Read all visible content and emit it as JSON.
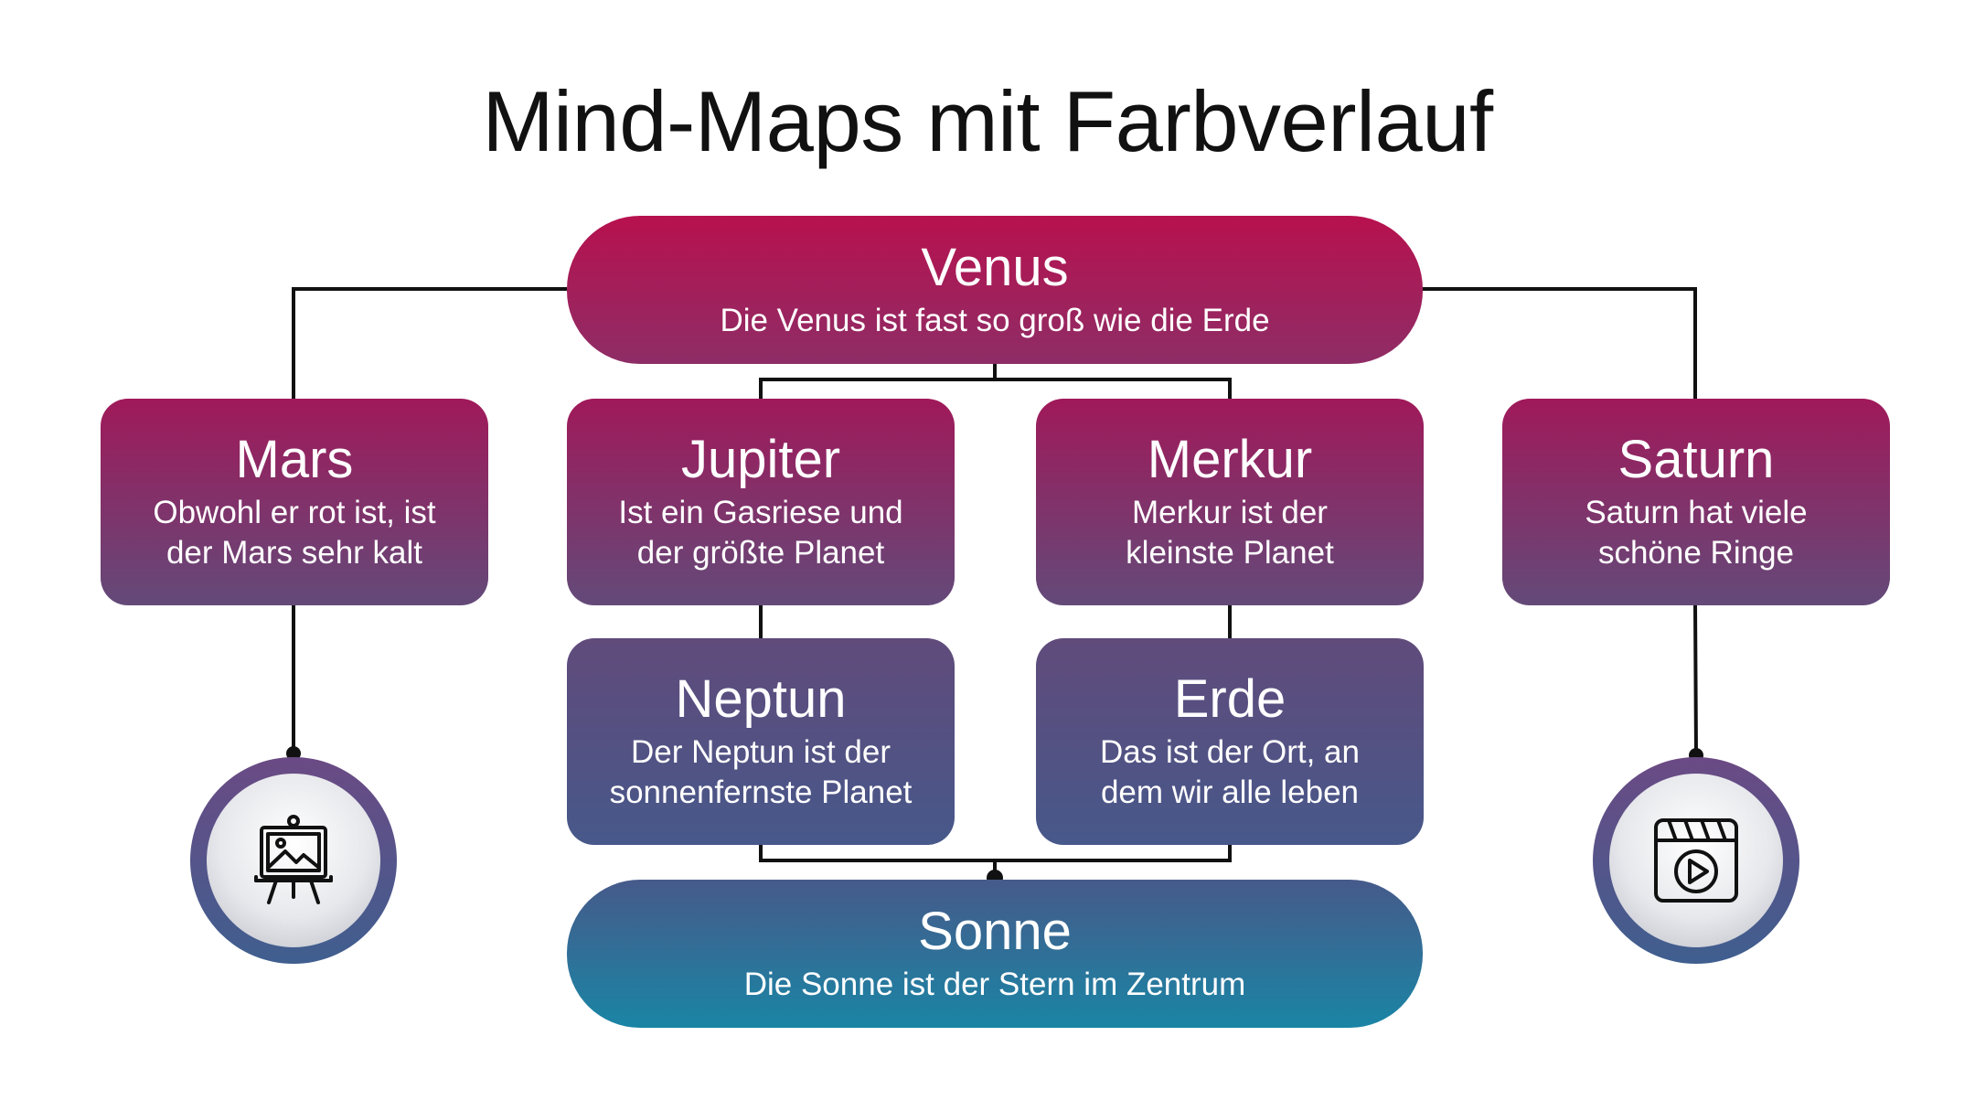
{
  "title": "Mind-Maps mit Farbverlauf",
  "nodes": {
    "venus": {
      "name": "Venus",
      "desc": "Die Venus ist fast so groß wie die Erde"
    },
    "mars": {
      "name": "Mars",
      "desc": "Obwohl er rot ist, ist\nder Mars sehr kalt"
    },
    "jupiter": {
      "name": "Jupiter",
      "desc": "Ist ein Gasriese und\nder größte Planet"
    },
    "merkur": {
      "name": "Merkur",
      "desc": "Merkur ist der\nkleinste Planet"
    },
    "saturn": {
      "name": "Saturn",
      "desc": "Saturn hat viele\nschöne Ringe"
    },
    "neptun": {
      "name": "Neptun",
      "desc": "Der Neptun ist der\nsonnenfernste Planet"
    },
    "erde": {
      "name": "Erde",
      "desc": "Das ist der Ort, an\ndem wir alle leben"
    },
    "sonne": {
      "name": "Sonne",
      "desc": "Die Sonne ist der Stern im Zentrum"
    }
  },
  "icons": {
    "left": "easel-picture-icon",
    "right": "video-clapperboard-icon"
  },
  "colors": {
    "top": "#b7114e",
    "mid": "#634a79",
    "bottom": "#1a85a5",
    "line": "#111111"
  }
}
